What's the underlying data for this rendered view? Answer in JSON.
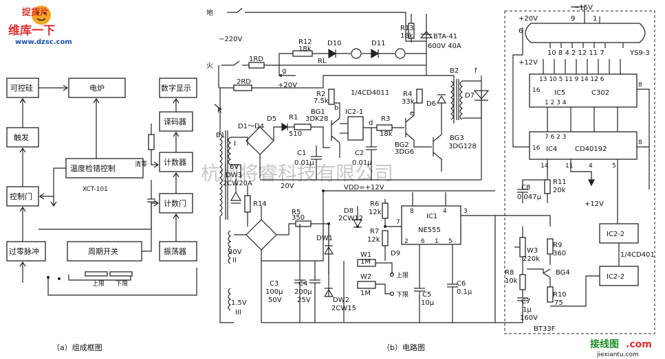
{
  "logos": {
    "top_left_brand": "维库一下",
    "top_left_sub": "捉货片",
    "top_left_url": "www.dzsc.com",
    "bottom_right_brand": "接线图",
    "bottom_right_com": ".com",
    "bottom_right_url": "jiexiantu.com"
  },
  "watermark": "杭州将睿科技有限公司",
  "block_diagram": {
    "caption": "（a）组成框图",
    "blocks": {
      "thyristor": "可控硅",
      "furnace": "电炉",
      "digital_display": "数字显示",
      "trigger": "触发",
      "decoder": "译码器",
      "temp_control": "温度检错控制",
      "counter": "计数器",
      "control_gate": "控制门",
      "count_gate": "计数门",
      "zero_pulse": "过零脉冲",
      "period_switch": "周期开关",
      "oscillator": "振荡器"
    },
    "labels": {
      "xct": "XCT-101",
      "clear": "清零",
      "upper": "上限",
      "lower": "下限"
    }
  },
  "circuit": {
    "caption": "（b）电路图",
    "labels": {
      "ground": "地",
      "ac220": "~220V",
      "live": "火",
      "r12": "R12",
      "r12v": "18k",
      "d10": "D10",
      "d11": "D11",
      "r13": "R13",
      "r13v": "18k",
      "bta": "BTA-41",
      "bta_rating": "600V  40A",
      "rd1": "1RD",
      "rd2": "2RD",
      "g": "g",
      "rl": "RL",
      "plus20_top": "+20V",
      "b2": "B2",
      "f": "f",
      "k": "K",
      "r2": "R2",
      "r2v": "7.5k",
      "ic21": "1/4CD4011",
      "r4": "R4",
      "r4v": "33k",
      "d7": "D7",
      "d6": "D6",
      "b1": "B1",
      "d1d4": "D1～D4",
      "d5": "D5",
      "r1": "R1",
      "r1v": "510",
      "bg1": "BG1",
      "bg1t": "3DK28",
      "b": "b",
      "ic2_1": "IC2-1",
      "d": "d",
      "r3": "R3",
      "r3v": "18k",
      "e": "e",
      "bg2": "BG2",
      "bg2t": "3DG6",
      "bg3": "BG3",
      "bg3t": "3DG128",
      "c1": "C1",
      "c1v": "0.01μ",
      "c2": "C2",
      "c2v": "0.01μ",
      "winding1": "I",
      "v6": "6V",
      "dw3": "DW3",
      "dw3t": "2CW20A",
      "plus20_mid": "20V",
      "vdd": "VDD=+12V",
      "r14": "R14",
      "r5": "R5",
      "r5v": "350",
      "d8": "D8",
      "d8t": "2CW12",
      "r6": "R6",
      "r6v": "12k",
      "ic1": "IC1",
      "ne555": "NE555",
      "p8": "8",
      "p4": "4",
      "p7": "7",
      "p3": "3",
      "p2": "2",
      "p6": "6",
      "p1": "1",
      "p5": "5",
      "dw1": "DW1",
      "r7": "R7",
      "r7v": "12k",
      "w1": "W1",
      "w1v": "1M",
      "d9": "D9",
      "w2": "W2",
      "w2v": "1M",
      "upper": "上限",
      "lower": "下限",
      "v30": "30V",
      "winding2": "II",
      "c3": "C3",
      "c3v": "100μ",
      "c3r": "50V",
      "c4": "C4",
      "c4v": "200μ",
      "c4r": "25V",
      "dw2": "DW2",
      "dw2t": "2CW15",
      "c5": "C5",
      "c5v": "10μ",
      "c6": "C6",
      "c6v": "0.1μ",
      "v15": "1.5V",
      "winding3": "III"
    }
  },
  "display_module": {
    "labels": {
      "v15": "~15V",
      "plus20": "+20V",
      "p6": "6",
      "p9": "9",
      "p1": "1",
      "ys": "YS9-3",
      "tube_pins": "10 8 4 2 12 11 7",
      "plus12": "+12V",
      "ic5_pins": "13 10 5 11 9 14 12 6",
      "ic5": "IC5",
      "c302": "C302",
      "p16a": "16",
      "p8a": "8",
      "ic4_top_pins": "1 2 3 4",
      "ic4_bot_pins": "7 6 2 3",
      "ic4": "IC4",
      "cd40192": "CD40192",
      "p16b": "16",
      "p8b": "8",
      "p14": "14",
      "p11": "11",
      "p4": "4",
      "p5": "5",
      "c8": "C8",
      "c8v": "0.047μ",
      "r11": "R11",
      "r11v": "20k",
      "plus12b": "+12V",
      "ic22a": "IC2-2",
      "ic22_label": "1/4CD401",
      "ic22b": "IC2-2",
      "w3": "W3",
      "w3v": "220k",
      "r9": "R9",
      "r9v": "360",
      "r8": "R8",
      "r8v": "10k",
      "bg4": "BG4",
      "c7": "C7",
      "c7v": "1μ",
      "c7r": "160V",
      "r10": "R10",
      "r10v": "75",
      "bt33f": "BT33F"
    }
  }
}
